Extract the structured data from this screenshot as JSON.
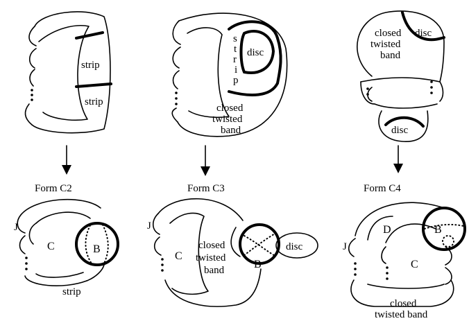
{
  "forms": {
    "c2": {
      "caption": "Form C2",
      "top_strip_upper": "strip",
      "top_strip_lower": "strip",
      "bottom_J": "J",
      "bottom_C": "C",
      "bottom_B": "B",
      "bottom_strip": "strip"
    },
    "c3": {
      "caption": "Form C3",
      "top_strip_letters": [
        "s",
        "t",
        "r",
        "i",
        "p"
      ],
      "top_disc": "disc",
      "top_band_line1": "closed",
      "top_band_line2": "twisted",
      "top_band_line3": "band",
      "bottom_J": "J",
      "bottom_C": "C",
      "bottom_band_line1": "closed",
      "bottom_band_line2": "twisted",
      "bottom_band_line3": "band",
      "bottom_B": "B",
      "bottom_disc": "disc"
    },
    "c4": {
      "caption": "Form C4",
      "top_band_line1": "closed",
      "top_band_line2": "twisted",
      "top_band_line3": "band",
      "top_disc_upper": "disc",
      "top_disc_lower": "disc",
      "bottom_J": "J",
      "bottom_D": "D",
      "bottom_C": "C",
      "bottom_B": "B",
      "bottom_band_line1": "closed",
      "bottom_band_line2": "twisted band"
    }
  }
}
